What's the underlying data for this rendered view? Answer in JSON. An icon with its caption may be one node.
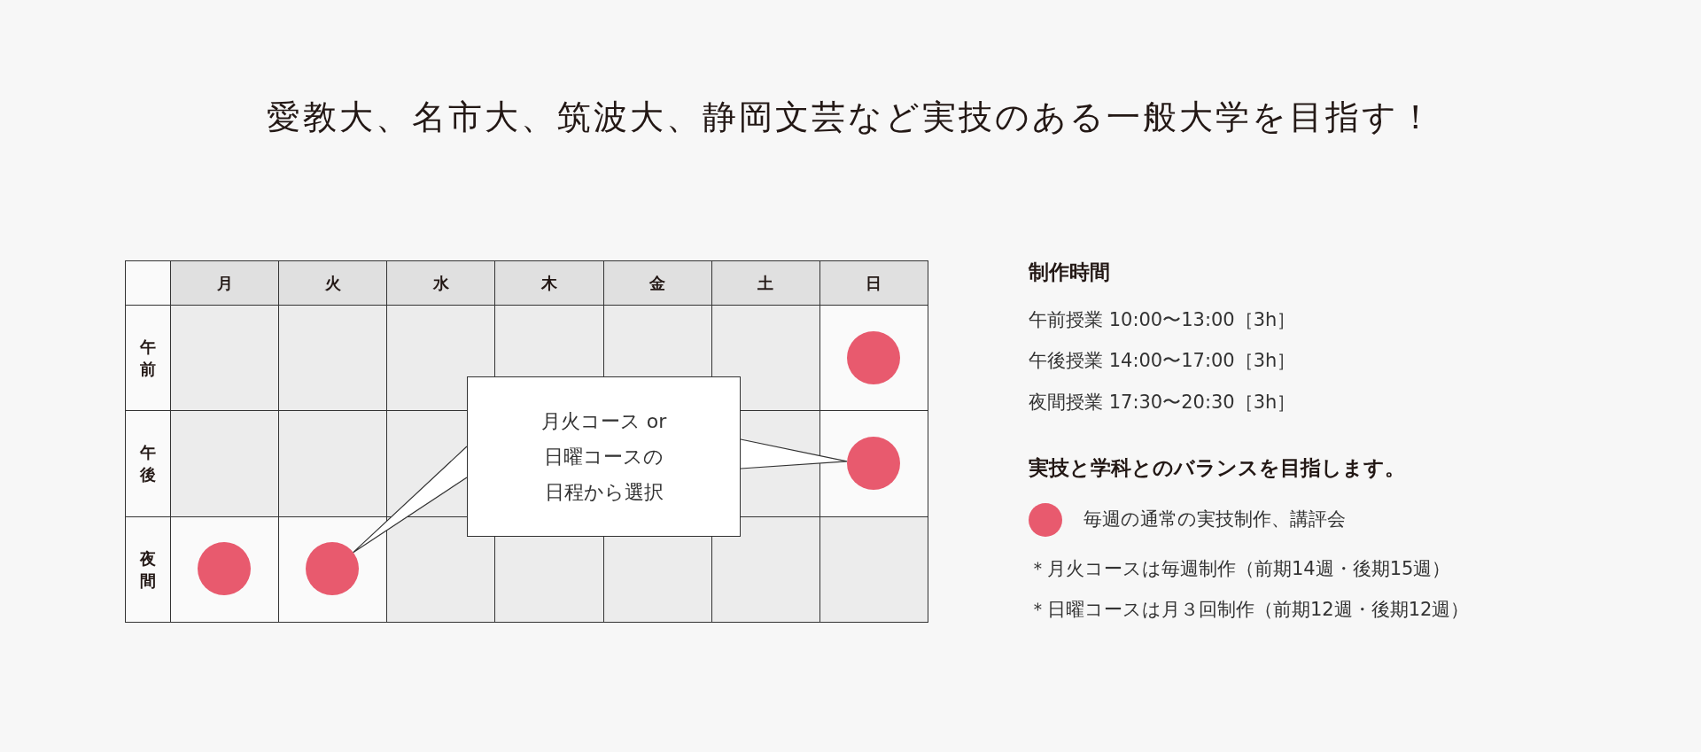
{
  "diagram": {
    "title": "愛教大、名市大、筑波大、静岡文芸など実技のある一般大学を目指す！",
    "nodes": [
      {
        "text": [],
        "shape": "circle"
      },
      {
        "text": [
          "月火コース or 日曜コースの日程から選択"
        ]
      },
      {
        "text": [],
        "shape": "circle"
      },
      {
        "text": [],
        "shape": "circle"
      },
      {
        "text": [],
        "shape": "circle"
      }
    ],
    "edges": [
      {
        "from": 1,
        "to": 2,
        "arrow": "none"
      },
      {
        "from": 1,
        "to": 4,
        "arrow": "none"
      }
    ],
    "labels": [
      "月",
      "火",
      "水",
      "木",
      "金",
      "土",
      "日",
      "午前",
      "午後",
      "夜間",
      "制作時間",
      "午前授業 10:00〜13:00［3h］",
      "午後授業 14:00〜17:00［3h］",
      "夜間授業 17:30〜20:30［3h］",
      "実技と学科とのバランスを目指します。",
      "＊月火コースは毎週制作（前期14週・後期15週）",
      "＊日曜コースは月３回制作（前期12週・後期12週）"
    ],
    "legend": [
      {
        "text": "毎週の通常の実技制作、講評会",
        "color": "#e85a6e"
      }
    ]
  }
}
